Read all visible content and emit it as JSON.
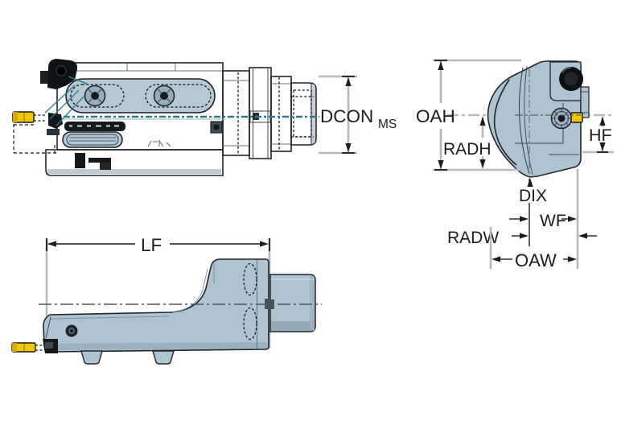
{
  "drawing": {
    "labels": {
      "dcon": "DCON",
      "dcon_subscript": "MS",
      "oah": "OAH",
      "radh": "RADH",
      "hf": "HF",
      "dix": "DIX",
      "wf": "WF",
      "radw": "RADW",
      "oaw": "OAW",
      "lf": "LF"
    },
    "colors": {
      "body_fill": "#aec4d3",
      "body_light": "#c5d4de",
      "body_shade": "#8ba2b2",
      "insert_yellow": "#f2c704",
      "coolant_teal": "#2a7d90",
      "dimension_gray": "#b4bac0",
      "line_black": "#1c1c1c"
    }
  }
}
